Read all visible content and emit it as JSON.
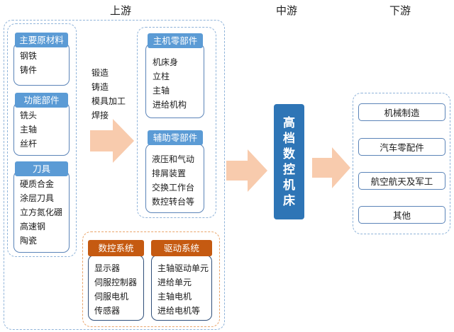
{
  "stages": {
    "upstream": "上游",
    "midstream": "中游",
    "downstream": "下游"
  },
  "upstream": {
    "main_materials": {
      "title": "主要原材料",
      "items": [
        "钢铁",
        "铸件"
      ]
    },
    "functional_parts": {
      "title": "功能部件",
      "items": [
        "铣头",
        "主轴",
        "丝杆"
      ]
    },
    "tools": {
      "title": "刀具",
      "items": [
        "硬质合金",
        "涂层刀具",
        "立方氮化硼",
        "高速钢",
        "陶瓷"
      ]
    },
    "processes": [
      "锻造",
      "铸造",
      "模具加工",
      "焊接"
    ],
    "host_parts": {
      "title": "主机零部件",
      "items": [
        "机床身",
        "立柱",
        "主轴",
        "进给机构"
      ]
    },
    "aux_parts": {
      "title": "辅助零部件",
      "items": [
        "液压和气动",
        "排屑装置",
        "交换工作台",
        "数控转台等"
      ]
    },
    "cnc_system": {
      "title": "数控系统",
      "items": [
        "显示器",
        "伺服控制器",
        "伺服电机",
        "传感器"
      ]
    },
    "drive_system": {
      "title": "驱动系统",
      "items": [
        "主轴驱动单元",
        "进给单元",
        "主轴电机",
        "进给电机等"
      ]
    }
  },
  "midstream": {
    "product": "高档数控机床"
  },
  "downstream": {
    "items": [
      "机械制造",
      "汽车零配件",
      "航空航天及军工",
      "其他"
    ]
  },
  "colors": {
    "header_blue": "#5b9bd5",
    "header_orange": "#c55a11",
    "cnc_box": "#2e75b6",
    "arrow": "#f8cbad",
    "dash_blue": "#8fb3d9",
    "dash_orange": "#e9a46a"
  }
}
